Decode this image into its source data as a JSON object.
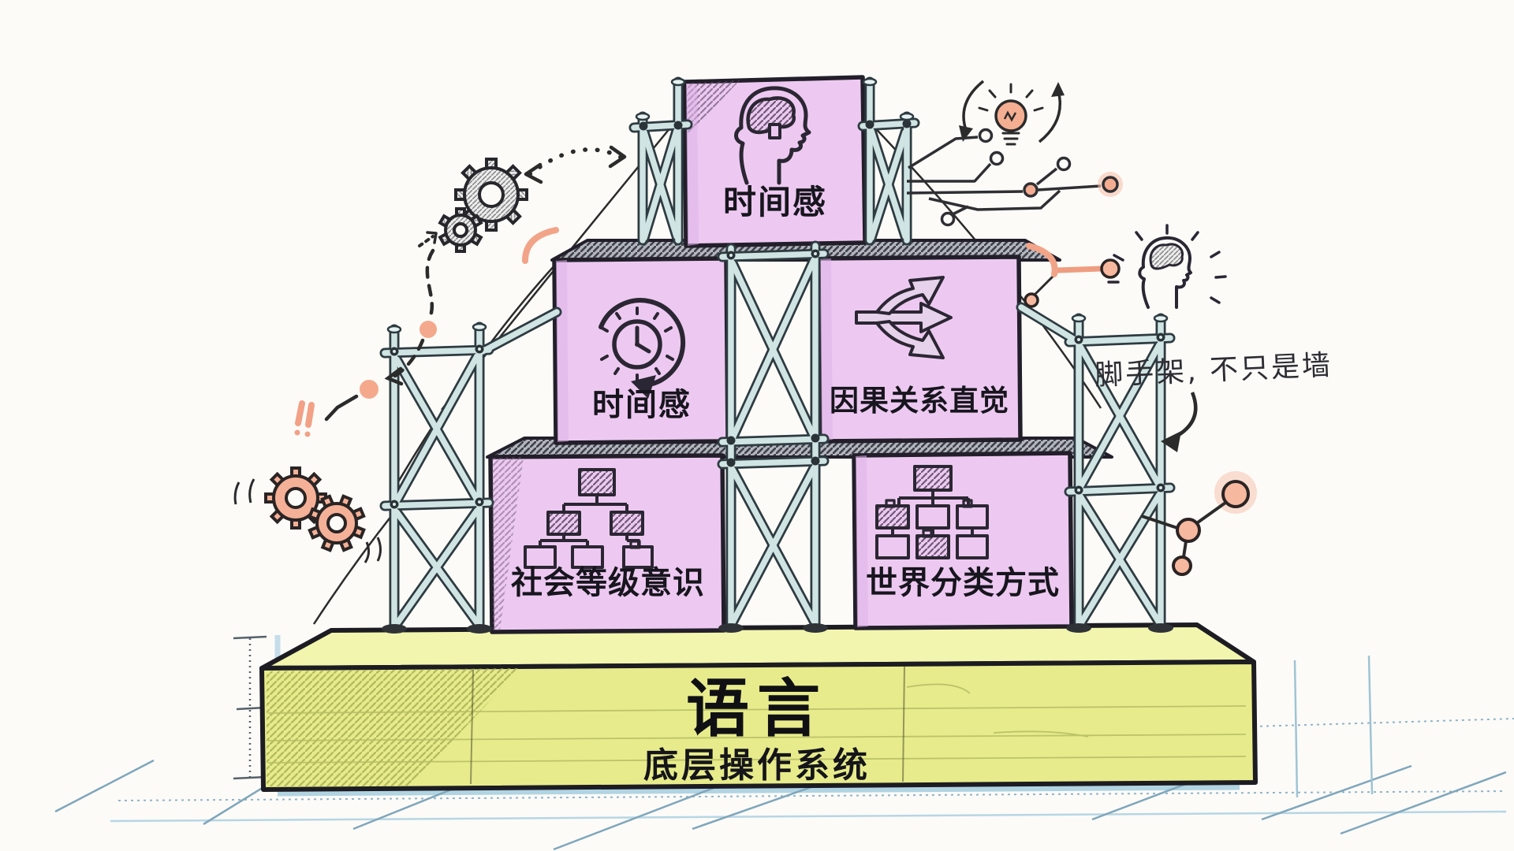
{
  "blocks": {
    "top": {
      "label": "时间感",
      "icon": "head-brain-icon"
    },
    "mid_left": {
      "label": "时间感",
      "icon": "clock-history-icon"
    },
    "mid_right": {
      "label": "因果关系直觉",
      "icon": "branching-arrows-icon"
    },
    "bottom_left": {
      "label": "社会等级意识",
      "icon": "org-chart-icon"
    },
    "bottom_right": {
      "label": "世界分类方式",
      "icon": "classification-tree-icon"
    }
  },
  "base": {
    "title": "语言",
    "subtitle": "底层操作系统"
  },
  "annotation": {
    "scaffold_note": "脚手架, 不只是墙"
  },
  "icons": {
    "head_brain": "head-brain-icon",
    "clock_history": "clock-history-icon",
    "branching_arrows": "branching-arrows-icon",
    "org_chart": "org-chart-icon",
    "classification_tree": "classification-tree-icon",
    "gears_gray": "gears-icon",
    "gears_salmon": "gears-salmon-icon",
    "lightbulb": "lightbulb-refresh-icon",
    "circuit": "circuit-traces-icon",
    "head_idea": "head-idea-icon",
    "molecule": "molecule-icon"
  },
  "colors": {
    "block_pink": "#edc9f1",
    "base_yellow": "#e7eb8b",
    "base_top_yellow": "#f2f5ad",
    "scaffold_steel": "#cfe4e3",
    "accent_salmon": "#f3ac90",
    "ink": "#26232e",
    "blueprint_blue": "#a9cfdf"
  }
}
